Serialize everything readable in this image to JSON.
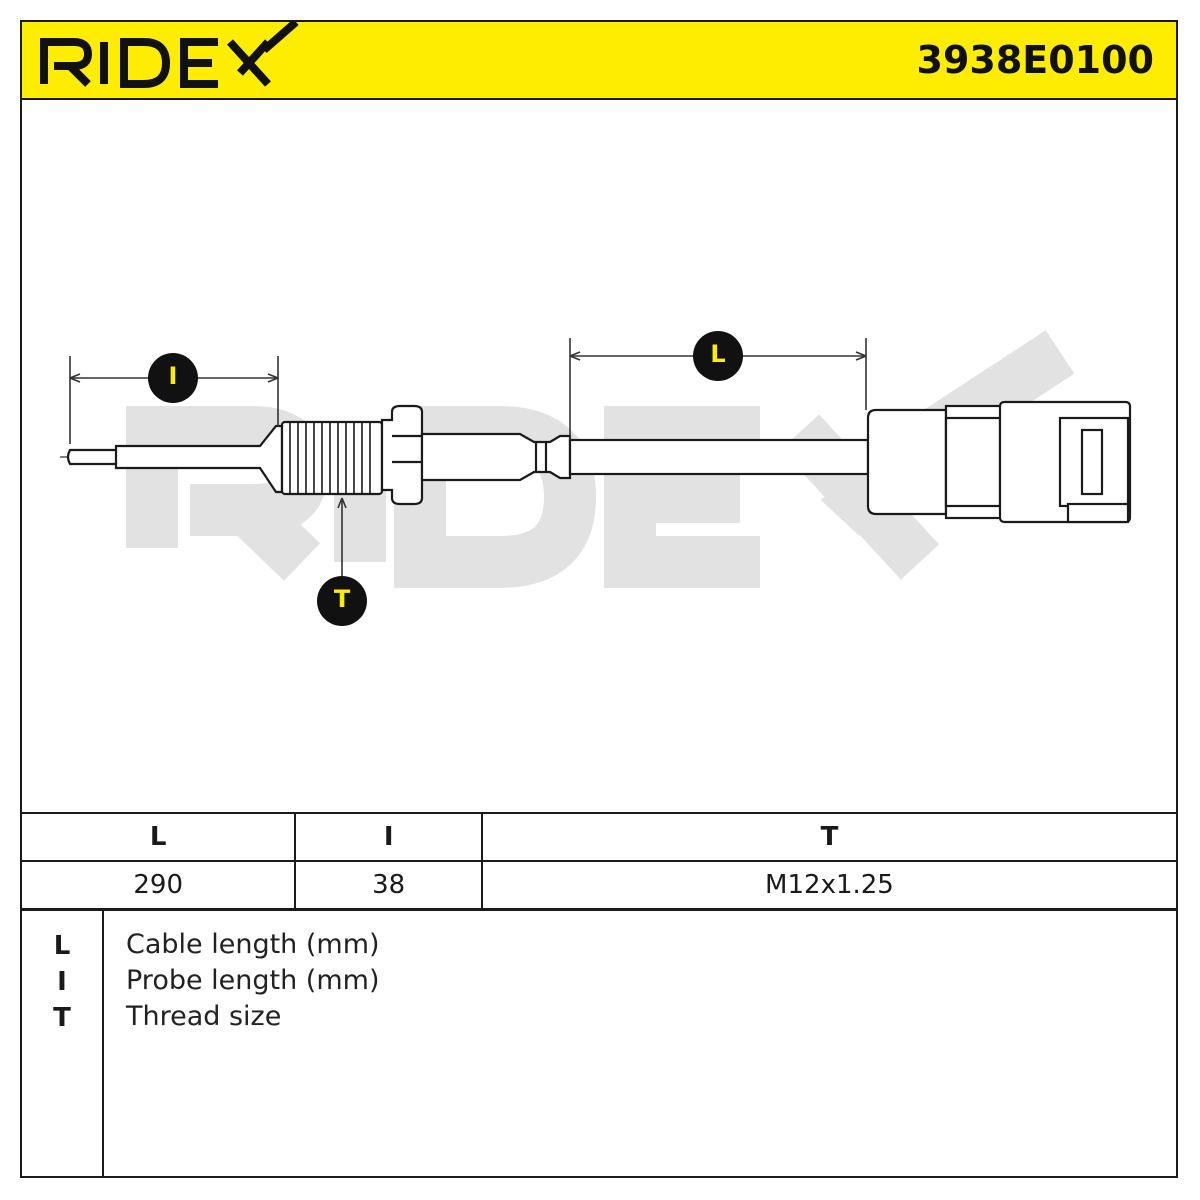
{
  "header": {
    "brand": "RIDEX",
    "part_number": "3938E0100",
    "accent_color": "#ffed00"
  },
  "drawing": {
    "watermark": "RIDEX",
    "callouts": {
      "probe": "I",
      "cable": "L",
      "thread": "T"
    }
  },
  "spec_table": {
    "headers": [
      "L",
      "I",
      "T"
    ],
    "values": [
      "290",
      "38",
      "M12x1.25"
    ]
  },
  "legend": [
    {
      "key": "L",
      "desc": "Cable length (mm)"
    },
    {
      "key": "I",
      "desc": "Probe length (mm)"
    },
    {
      "key": "T",
      "desc": "Thread size"
    }
  ]
}
